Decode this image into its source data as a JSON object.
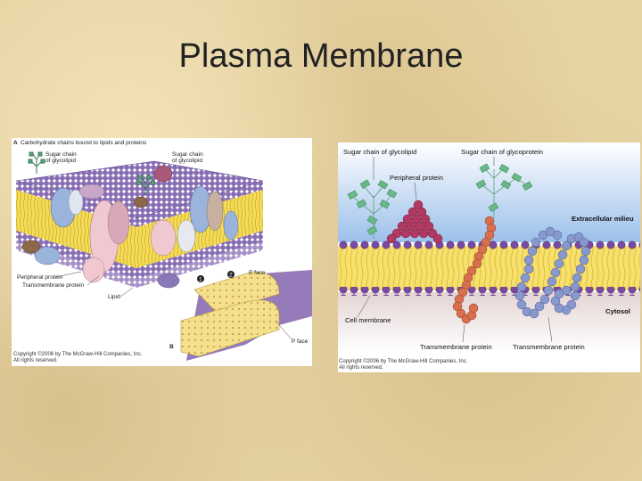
{
  "slide": {
    "title": "Plasma Membrane"
  },
  "figure_a": {
    "caption_letter": "A",
    "caption_text": "Carbohydrate chains bound to lipids and proteins",
    "labels": {
      "sugar_chain_glycolipid_1": "Sugar chain",
      "sugar_chain_glycolipid_2": "of glycolipid",
      "sugar_chain_glycolipid_b1": "Sugar chain",
      "sugar_chain_glycolipid_b2": "of glycolipid",
      "peripheral_protein": "Peripheral protein",
      "transmembrane_protein": "Transmembrane protein",
      "lipid": "Lipid",
      "e_face": "E face",
      "p_face": "P face",
      "marker_1": "1",
      "marker_2": "2",
      "inset_letter": "B"
    },
    "copyright_1": "Copyright ©2006 by The McGraw-Hill Companies, Inc.",
    "copyright_2": "All rights reserved."
  },
  "figure_b": {
    "labels": {
      "sugar_chain_glycolipid": "Sugar chain of glycolipid",
      "sugar_chain_glycoprotein": "Sugar chain of glycoprotein",
      "peripheral_protein": "Peripheral protein",
      "extracellular": "Extracellular milieu",
      "cell_membrane": "Cell membrane",
      "cytosol": "Cytosol",
      "transmembrane_1": "Transmembrane protein",
      "transmembrane_2": "Transmembrane protein"
    },
    "copyright_1": "Copyright ©2006 by The McGraw-Hill Companies, Inc.",
    "copyright_2": "All rights reserved."
  },
  "colors": {
    "lipid_head": "#7a5aa8",
    "lipid_tail": "#f2d84a",
    "extracellular": "#a8c8ec",
    "cytosol": "#e8d8d8",
    "peripheral": "#a83c5c",
    "tm_orange": "#d87050",
    "tm_blue": "#8090c8",
    "sugar": "#4a9a6a"
  }
}
